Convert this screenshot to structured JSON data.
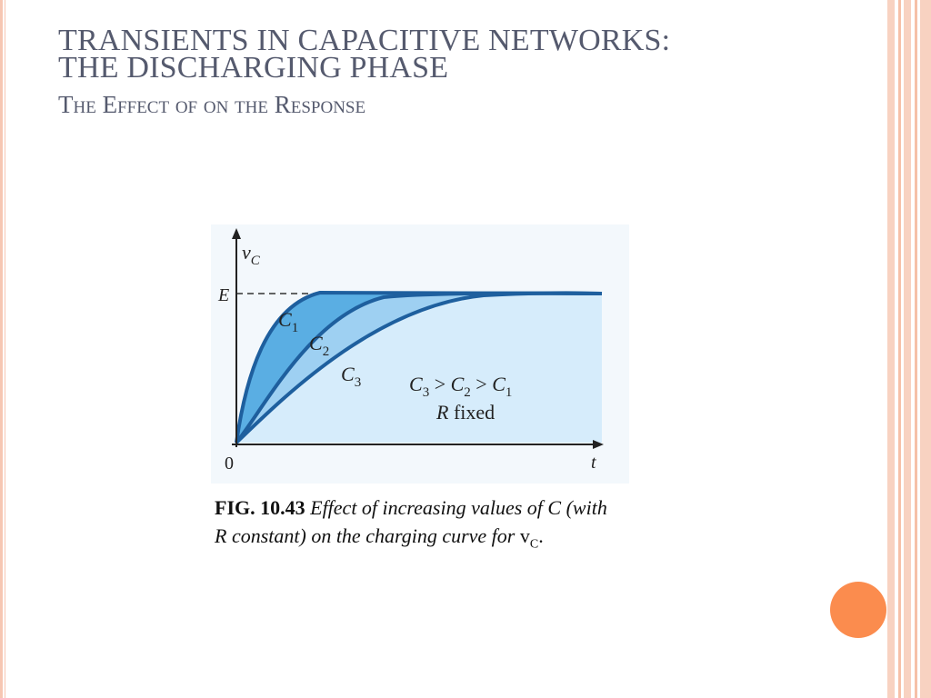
{
  "slide": {
    "title_line1": "TRANSIENTS IN CAPACITIVE NETWORKS:",
    "title_line2": "THE DISCHARGING PHASE",
    "subtitle": "The Effect of  on the Response"
  },
  "figure": {
    "y_axis_label": "v",
    "y_axis_sub": "C",
    "x_axis_label": "t",
    "origin_label": "0",
    "e_label": "E",
    "curve_labels": [
      {
        "text": "C",
        "sub": "1"
      },
      {
        "text": "C",
        "sub": "2"
      },
      {
        "text": "C",
        "sub": "3"
      }
    ],
    "relation": {
      "c3": "C",
      "s3": "3",
      "gt1": " > ",
      "c2": "C",
      "s2": "2",
      "gt2": " > ",
      "c1": "C",
      "s1": "1"
    },
    "fixed_note_var": "R",
    "fixed_note_text": " fixed"
  },
  "caption": {
    "fig_label": "FIG. 10.43",
    "text": " Effect of increasing values of C (with R constant) on the charging curve for ",
    "var": "v",
    "var_sub": "C",
    "end": "."
  },
  "colors": {
    "title": "#555a6e",
    "border_peach": "#f6c7b3",
    "accent_circle": "#fb8c4e",
    "curve_blue": "#1e5f9e",
    "fill_dark": "#5aaee3",
    "fill_mid": "#9ed0f2",
    "fill_light": "#d6ecfb"
  }
}
